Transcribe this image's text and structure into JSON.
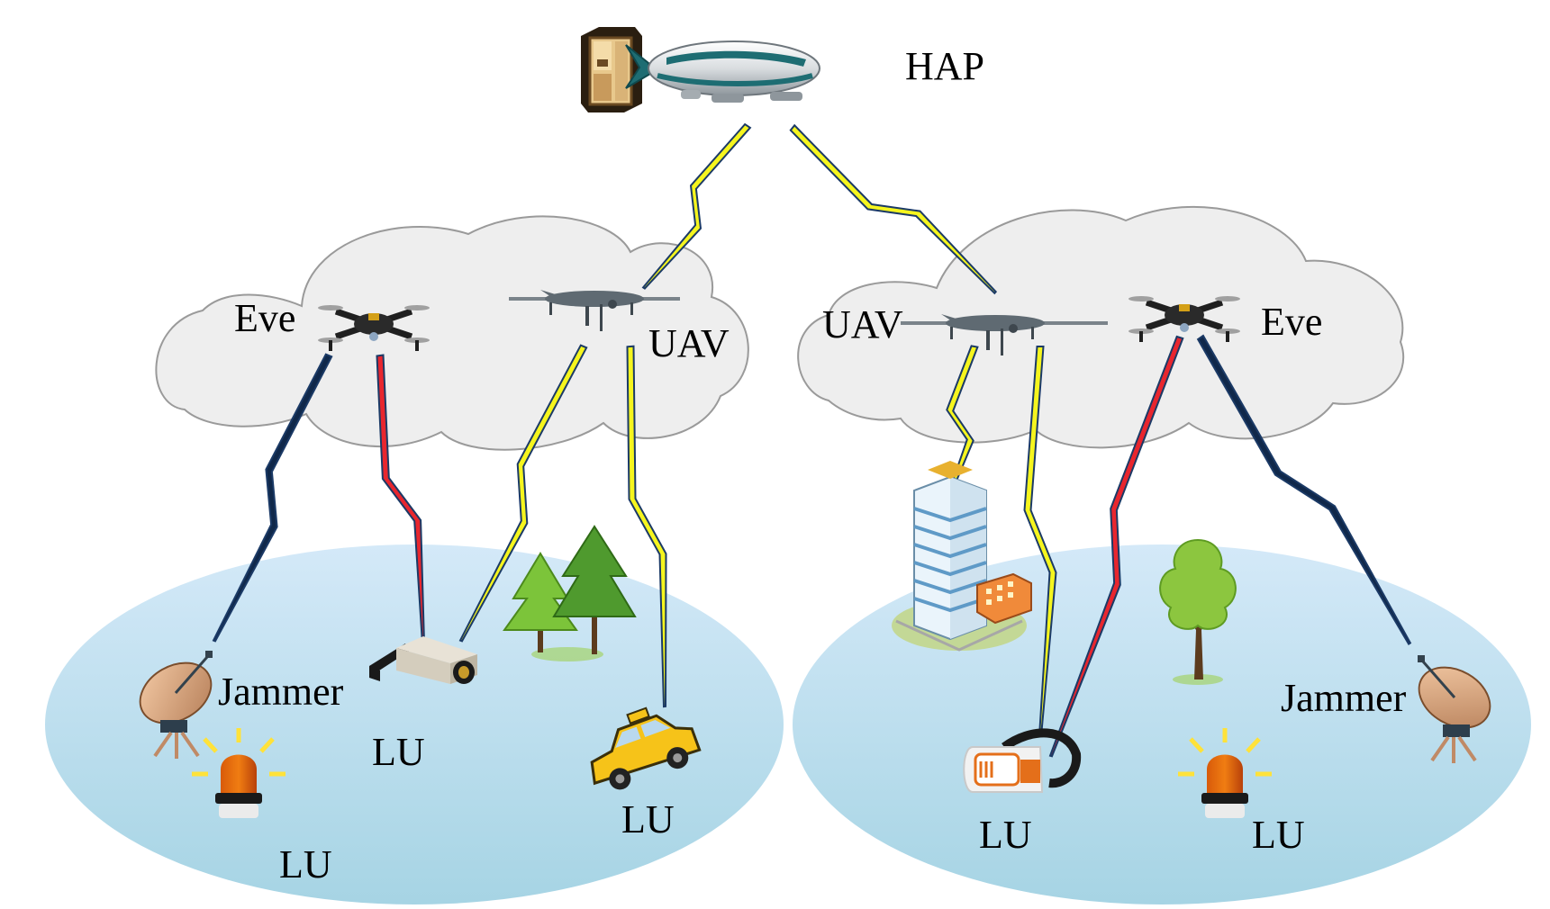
{
  "labels": {
    "hap": "HAP",
    "uav_left": "UAV",
    "uav_right": "UAV",
    "eve_left": "Eve",
    "eve_right": "Eve",
    "jammer_left": "Jammer",
    "jammer_right": "Jammer",
    "lu_camera": "LU",
    "lu_beacon_left": "LU",
    "lu_taxi": "LU",
    "lu_headset": "LU",
    "lu_beacon_right": "LU"
  },
  "colors": {
    "background": "#ffffff",
    "cloud_fill": "#eeeeee",
    "cloud_stroke": "#9a9a9a",
    "ground_top": "#d2e8f7",
    "ground_bottom": "#a8d6e6",
    "link_outline": "#1b3a66",
    "link_legit": "#f5f51e",
    "link_jam": "#10284a",
    "link_eaves": "#e8262e"
  },
  "icons": {
    "hap": "airship-icon",
    "hap_payload": "payload-box-icon",
    "uav": "fixed-wing-drone-icon",
    "eve": "quadcopter-icon",
    "jammer": "satellite-dish-icon",
    "lu_devices": [
      "security-camera-icon",
      "warning-beacon-icon",
      "taxi-icon",
      "vr-headset-icon",
      "warning-beacon-icon"
    ],
    "scenery": [
      "pine-tree-icon",
      "deciduous-tree-icon",
      "office-building-icon"
    ]
  }
}
